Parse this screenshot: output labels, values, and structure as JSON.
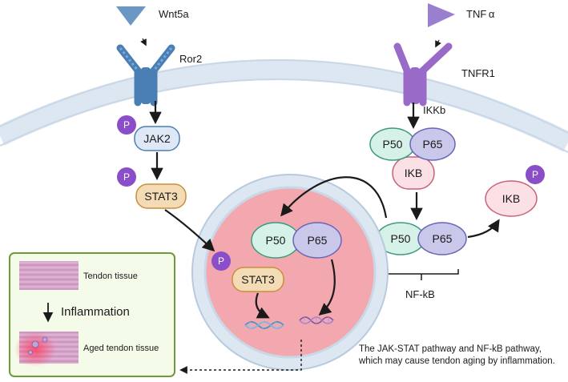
{
  "ligands": {
    "wnt": "Wnt5a",
    "tnf": "TNF α"
  },
  "receptors": {
    "ror2": "Ror2",
    "tnfr1": "TNFR1"
  },
  "labels": {
    "ikkb": "IKKb",
    "nfkb": "NF-kB",
    "p": "P"
  },
  "proteins": {
    "jak2": "JAK2",
    "stat3": "STAT3",
    "p50": "P50",
    "p65": "P65",
    "ikb": "IKB"
  },
  "inset": {
    "tendon": "Tendon tissue",
    "inflammation": "Inflammation",
    "aged": "Aged tendon tissue"
  },
  "caption": {
    "line1": "The JAK-STAT pathway and NF-kB pathway,",
    "line2": "which may cause tendon aging by inflammation."
  },
  "colors": {
    "wnt_receptor": "#4a7fb5",
    "tnf_receptor": "#9a6ac8",
    "phospho": "#8a4fc8",
    "jak2_fill": "#dfe8f7",
    "stat3_fill": "#f3dcb5",
    "p50_fill": "#d6f1e8",
    "p65_fill": "#c9c8ea",
    "ikb_fill": "#fbe0e6",
    "nucleus": "#f2a8ae",
    "inset_border": "#6f9a3a",
    "inset_fill": "#f5fbe9"
  }
}
